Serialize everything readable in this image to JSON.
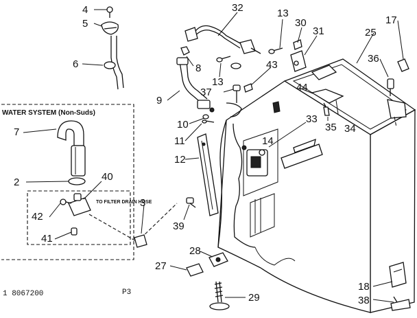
{
  "inset_title": "WATER SYSTEM (Non-Suds)",
  "inset_note": "TO FILTER DRAIN HOSE",
  "footer_code": "1 8067200",
  "page_ref": "P3",
  "callouts": {
    "c2": "2",
    "c3": "3",
    "c4": "4",
    "c5": "5",
    "c6": "6",
    "c7": "7",
    "c8": "8",
    "c9": "9",
    "c10": "10",
    "c11": "11",
    "c12": "12",
    "c13a": "13",
    "c13b": "13",
    "c14": "14",
    "c17": "17",
    "c18": "18",
    "c25": "25",
    "c27": "27",
    "c28": "28",
    "c29": "29",
    "c30": "30",
    "c31": "31",
    "c32": "32",
    "c33": "33",
    "c34": "34",
    "c35": "35",
    "c36": "36",
    "c37": "37",
    "c38": "38",
    "c39": "39",
    "c40": "40",
    "c41": "41",
    "c42": "42",
    "c43": "43",
    "c44": "44"
  }
}
